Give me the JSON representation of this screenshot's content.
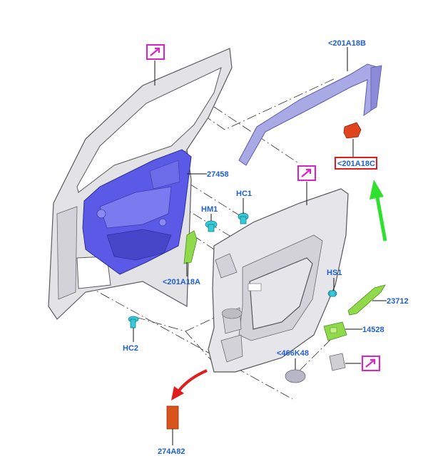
{
  "labels": {
    "trim_strip": "<201A18B",
    "red_clip": "<201A18C",
    "shield": "27458",
    "clip_hc1": "HC1",
    "clip_hm1": "HM1",
    "green_bracket": "<201A18A",
    "clip_hc2": "HC2",
    "clip_hs1": "HS1",
    "armrest_trim": "23712",
    "switch": "14528",
    "cap": "<466K48",
    "pad": "274A82"
  },
  "colors": {
    "label_text": "#1f5fd6",
    "shield": "#5a5ae6",
    "trim_strip": "#a9a9e6",
    "green_parts": "#8fd94a",
    "green_arrow": "#2fe02f",
    "red_arrow": "#e21d1d",
    "pad": "#d9531c",
    "highlight_box": "#e21d1d",
    "callout_box": "#e020c8",
    "clips": "#36c9d6"
  },
  "icons": [
    "callout-arrow-icon",
    "callout-arrow-icon",
    "callout-arrow-icon"
  ]
}
